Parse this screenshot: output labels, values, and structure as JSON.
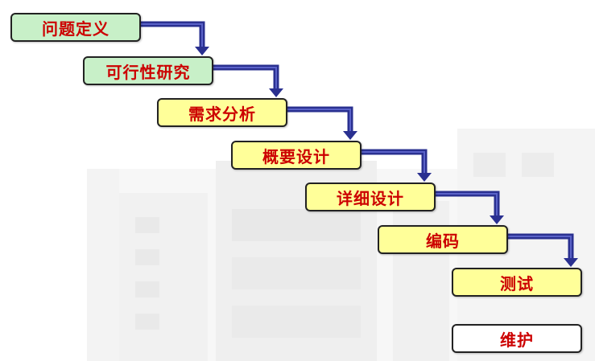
{
  "colors": {
    "stage_green": "#c8f0c8",
    "stage_yellow": "#ffff99",
    "stage_white": "#ffffff",
    "text_red": "#cc0000",
    "arrow_blue": "#2a3090",
    "border": "#222222"
  },
  "stages": [
    {
      "label": "问题定义",
      "fill": "green"
    },
    {
      "label": "可行性研究",
      "fill": "green"
    },
    {
      "label": "需求分析",
      "fill": "yellow"
    },
    {
      "label": "概要设计",
      "fill": "yellow"
    },
    {
      "label": "详细设计",
      "fill": "yellow"
    },
    {
      "label": "编码",
      "fill": "yellow"
    },
    {
      "label": "测试",
      "fill": "yellow"
    },
    {
      "label": "维护",
      "fill": "white"
    }
  ],
  "arrows": [
    {
      "from": 0,
      "to": 1
    },
    {
      "from": 1,
      "to": 2
    },
    {
      "from": 2,
      "to": 3
    },
    {
      "from": 3,
      "to": 4
    },
    {
      "from": 4,
      "to": 5
    },
    {
      "from": 5,
      "to": 6
    }
  ]
}
